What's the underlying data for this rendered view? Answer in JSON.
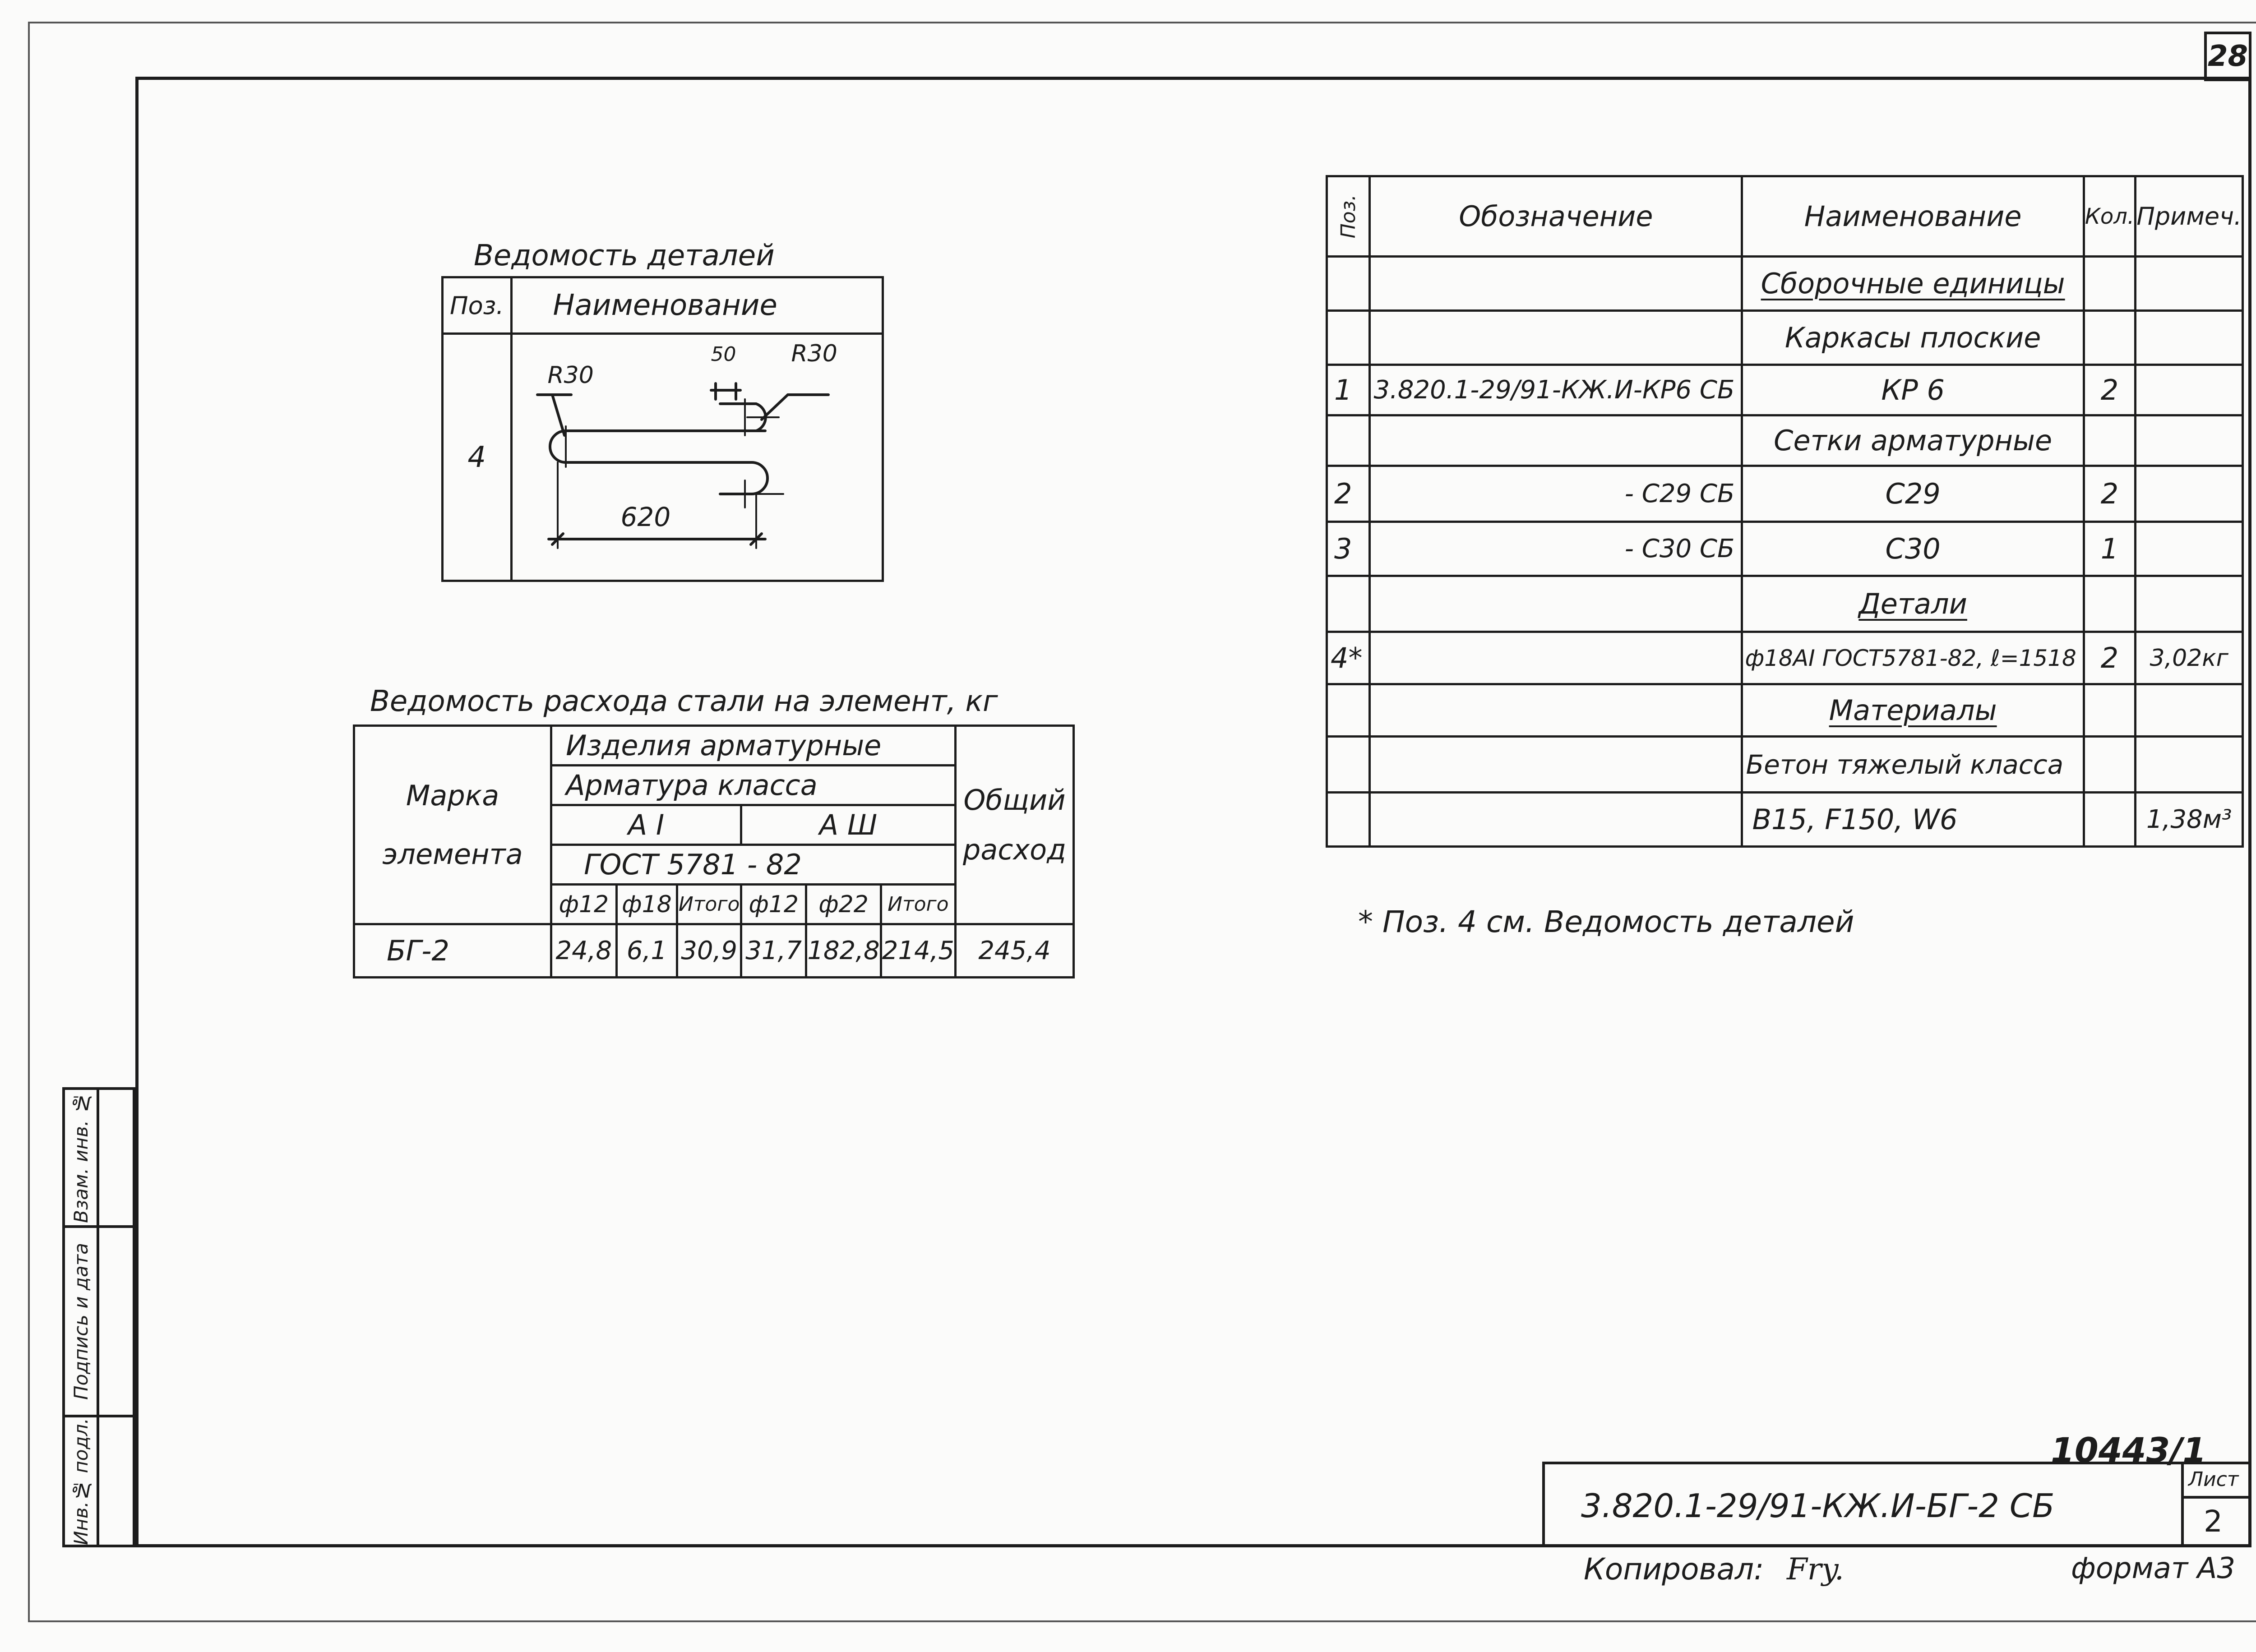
{
  "sheet": {
    "page_number": "28",
    "copied_by": "Копировал:",
    "copied_sign": "Fry.",
    "format": "формат А3",
    "footnote": "* Поз. 4 см. Ведомость деталей"
  },
  "details": {
    "caption": "Ведомость деталей",
    "header": {
      "pos": "Поз.",
      "name": "Наименование"
    },
    "row_pos": "4",
    "sketch": {
      "r_left": "R30",
      "r_right": "R30",
      "gap": "50",
      "length": "620"
    }
  },
  "steel": {
    "caption": "Ведомость расхода стали на элемент, кг",
    "header": {
      "mark": "Марка элемента",
      "products": "Изделия арматурные",
      "rebar_class": "Арматура класса",
      "class_a1": "А I",
      "class_a3": "А Ш",
      "gost": "ГОСТ 5781 - 82",
      "total": "Общий расход",
      "cols": [
        "ф12",
        "ф18",
        "Итого",
        "ф12",
        "ф22",
        "Итого"
      ]
    },
    "row": {
      "mark": "БГ-2",
      "values": [
        "24,8",
        "6,1",
        "30,9",
        "31,7",
        "182,8",
        "214,5"
      ],
      "total": "245,4"
    }
  },
  "spec": {
    "header": {
      "pos": "Поз.",
      "designation": "Обозначение",
      "name": "Наименование",
      "qty": "Кол.",
      "note": "Примеч."
    },
    "rows": [
      {
        "pos": "",
        "designation": "",
        "name": "Сборочные единицы",
        "qty": "",
        "note": ""
      },
      {
        "pos": "",
        "designation": "",
        "name": "Каркасы плоские",
        "qty": "",
        "note": ""
      },
      {
        "pos": "1",
        "designation": "3.820.1-29/91-КЖ.И-КР6 СБ",
        "name": "КР 6",
        "qty": "2",
        "note": ""
      },
      {
        "pos": "",
        "designation": "",
        "name": "Сетки арматурные",
        "qty": "",
        "note": ""
      },
      {
        "pos": "2",
        "designation": "- С29 СБ",
        "name": "С29",
        "qty": "2",
        "note": ""
      },
      {
        "pos": "3",
        "designation": "- С30 СБ",
        "name": "С30",
        "qty": "1",
        "note": ""
      },
      {
        "pos": "",
        "designation": "",
        "name": "Детали",
        "qty": "",
        "note": ""
      },
      {
        "pos": "4*",
        "designation": "",
        "name": "ф18AI ГОСТ5781-82, ℓ=1518",
        "qty": "2",
        "note": "3,02кг"
      },
      {
        "pos": "",
        "designation": "",
        "name": "Материалы",
        "qty": "",
        "note": ""
      },
      {
        "pos": "",
        "designation": "",
        "name": "Бетон тяжелый класса",
        "qty": "",
        "note": ""
      },
      {
        "pos": "",
        "designation": "",
        "name": "В15, F150, W6",
        "qty": "",
        "note": "1,38м³"
      }
    ]
  },
  "stamp": {
    "archive_number": "10443/1",
    "code": "3.820.1-29/91-КЖ.И-БГ-2 СБ",
    "sheet_label": "Лист",
    "sheet_number": "2"
  },
  "sidebar": {
    "inv_orig": "Инв.№ подл.",
    "signature": "Подпись и дата",
    "inv_replace": "Взам. инв. №"
  }
}
